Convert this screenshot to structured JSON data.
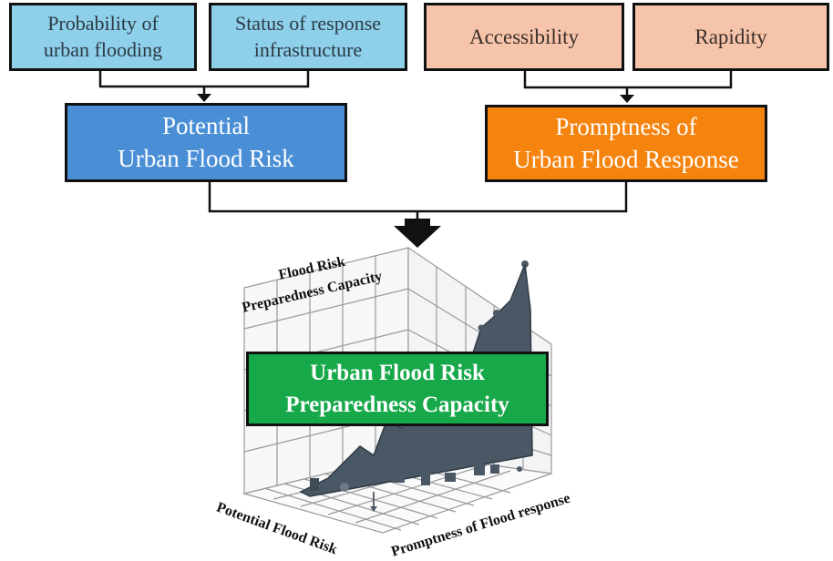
{
  "inputs": {
    "probability": "Probability of\nurban flooding",
    "status": "Status of response\ninfrastructure",
    "accessibility": "Accessibility",
    "rapidity": "Rapidity"
  },
  "factors": {
    "risk": "Potential\nUrban Flood Risk",
    "promptness": "Promptness of\nUrban Flood Response"
  },
  "result": "Urban Flood Risk\nPreparedness Capacity",
  "graphic": {
    "vertical_axis": [
      "Flood Risk",
      "Preparedness Capacity"
    ],
    "left_axis": "Potential Flood Risk",
    "right_axis": "Promptness of Flood response"
  }
}
